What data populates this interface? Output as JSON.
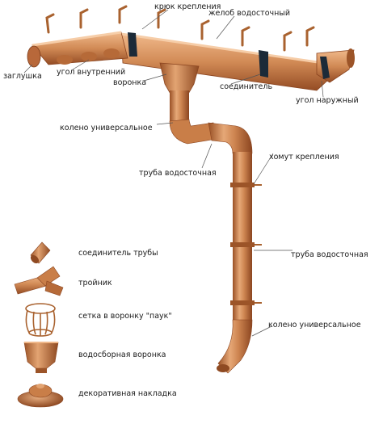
{
  "diagram": {
    "labels": {
      "hook": "крюк крепления",
      "gutter": "желоб водосточный",
      "endcap": "заглушка",
      "inner_corner": "угол внутренний",
      "funnel": "воронка",
      "connector": "соединитель",
      "outer_corner": "угол наружный",
      "elbow_top": "колено универсальное",
      "pipe_upper": "труба водосточная",
      "clamp": "хомут крепления",
      "pipe_lower": "труба водосточная",
      "elbow_bottom": "колено универсальное"
    },
    "legend": [
      {
        "icon": "pipe-connector-icon",
        "label": "соединитель трубы"
      },
      {
        "icon": "tee-icon",
        "label": "тройник"
      },
      {
        "icon": "spider-grate-icon",
        "label": "сетка в воронку \"паук\""
      },
      {
        "icon": "collector-funnel-icon",
        "label": "водосборная воронка"
      },
      {
        "icon": "decorative-cap-icon",
        "label": "декоративная накладка"
      }
    ],
    "colors": {
      "copper_light": "#e3a06a",
      "copper_mid": "#c87a45",
      "copper_dark": "#8f4a22",
      "band": "#1c2a38",
      "leader": "#555555"
    }
  }
}
